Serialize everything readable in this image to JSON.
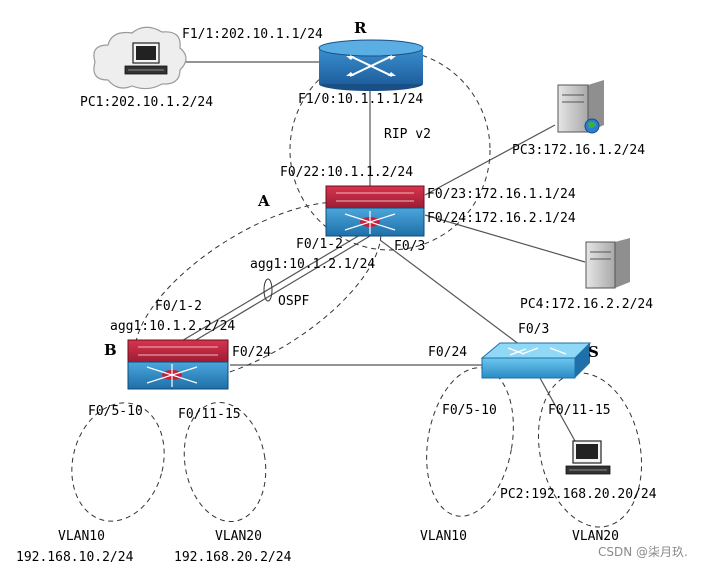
{
  "devices": {
    "router": {
      "name": "R",
      "f11": "F1/1:202.10.1.1/24",
      "f10": "F1/0:10.1.1.1/24"
    },
    "switch_a": {
      "name": "A",
      "f022": "F0/22:10.1.1.2/24",
      "f023": "F0/23:172.16.1.1/24",
      "f024": "F0/24:172.16.2.1/24",
      "f012": "F0/1-2",
      "f03": "F0/3",
      "agg": "agg1:10.1.2.1/24"
    },
    "switch_b": {
      "name": "B",
      "f012": "F0/1-2",
      "agg": "agg1:10.1.2.2/24",
      "f024": "F0/24",
      "f0510": "F0/5-10",
      "f01115": "F0/11-15"
    },
    "switch_s": {
      "name": "S",
      "f03": "F0/3",
      "f024": "F0/24",
      "f0510": "F0/5-10",
      "f01115": "F0/11-15"
    },
    "pc1": {
      "label": "PC1:202.10.1.2/24"
    },
    "pc2": {
      "label": "PC2:192.168.20.20/24"
    },
    "pc3": {
      "label": "PC3:172.16.1.2/24"
    },
    "pc4": {
      "label": "PC4:172.16.2.2/24"
    }
  },
  "protocols": {
    "rip": "RIP v2",
    "ospf": "OSPF"
  },
  "vlans": {
    "b_vlan10": "VLAN10",
    "b_vlan10_ip": "192.168.10.2/24",
    "b_vlan20": "VLAN20",
    "b_vlan20_ip": "192.168.20.2/24",
    "s_vlan10": "VLAN10",
    "s_vlan20": "VLAN20"
  },
  "watermark": "CSDN @柒月玖."
}
